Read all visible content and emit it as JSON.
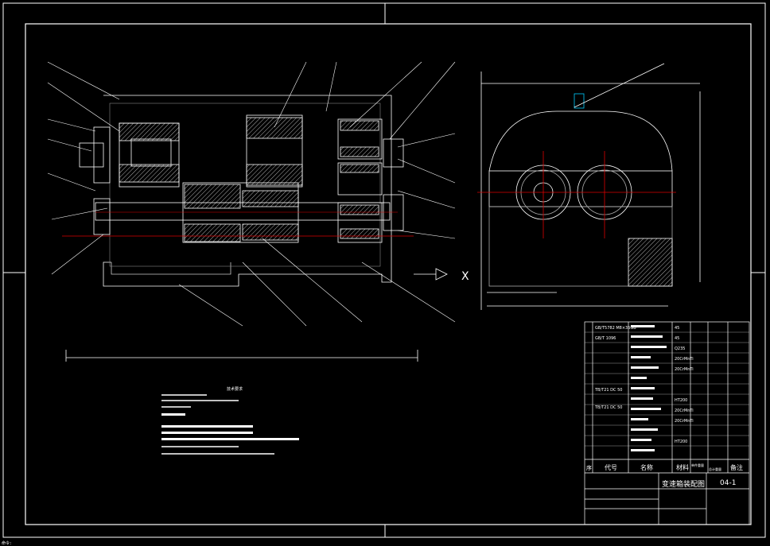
{
  "drawing": {
    "title": "变速箱装配图",
    "drawing_no": "04-1",
    "view_marker": "X",
    "requirements_title": "技术要求"
  },
  "title_block": {
    "headers": [
      "序",
      "代号",
      "名称",
      "材料",
      "单件重量",
      "总计重量",
      "备注"
    ],
    "codes": [
      "GB/T5782 M8×35GB",
      "GB/T 1096",
      "TB/T21 DC 50",
      "TB/T21 DC 50"
    ],
    "materials": [
      "45",
      "45",
      "Q235",
      "20CrMnTi",
      "20CrMnTi",
      "HT200",
      "20CrMnTi",
      "20CrMnTi",
      "HT200"
    ]
  },
  "status": {
    "text": "命令:"
  }
}
